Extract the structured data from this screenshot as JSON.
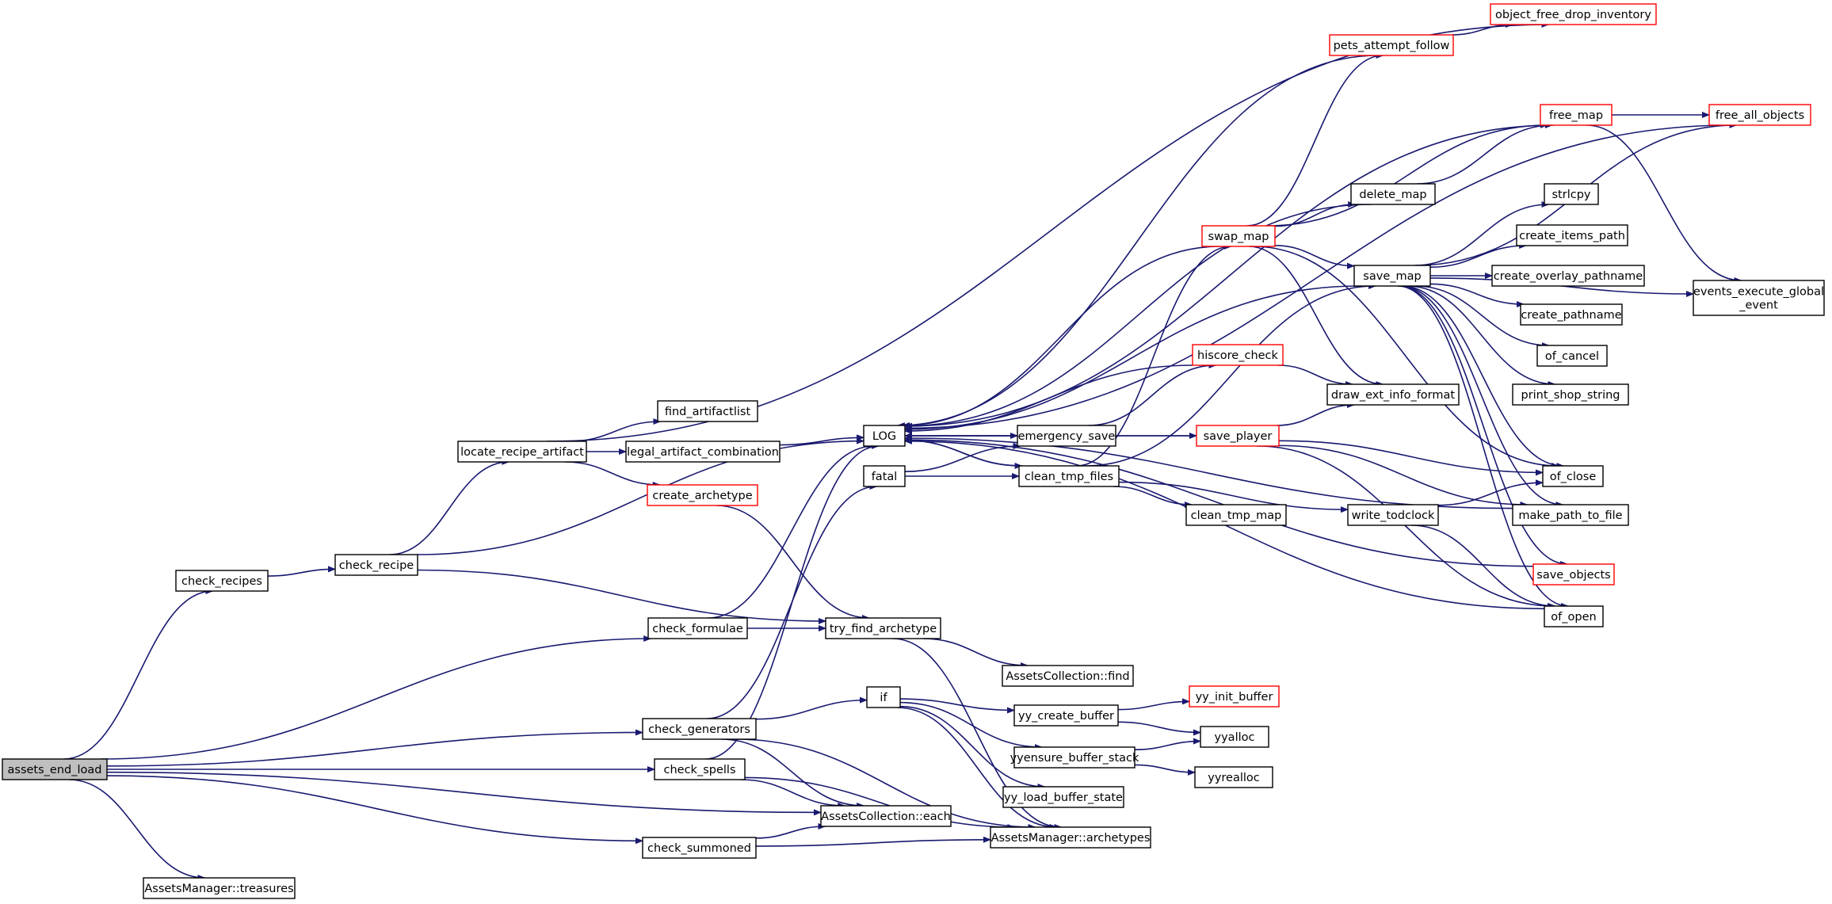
{
  "graph": {
    "edge_color": "#191970",
    "truncated_border_color": "#ff0000",
    "root_fill_color": "#bfbfbf",
    "nodes": [
      {
        "id": "assets_end_load",
        "label": "assets_end_load",
        "root": true
      },
      {
        "id": "check_recipes",
        "label": "check_recipes"
      },
      {
        "id": "check_recipe",
        "label": "check_recipe"
      },
      {
        "id": "locate_recipe_artifact",
        "label": "locate_recipe_artifact"
      },
      {
        "id": "find_artifactlist",
        "label": "find_artifactlist"
      },
      {
        "id": "legal_artifact_combination",
        "label": "legal_artifact_combination"
      },
      {
        "id": "create_archetype",
        "label": "create_archetype",
        "truncated": true
      },
      {
        "id": "LOG",
        "label": "LOG"
      },
      {
        "id": "fatal",
        "label": "fatal"
      },
      {
        "id": "emergency_save",
        "label": "emergency_save"
      },
      {
        "id": "clean_tmp_files",
        "label": "clean_tmp_files"
      },
      {
        "id": "clean_tmp_map",
        "label": "clean_tmp_map"
      },
      {
        "id": "hiscore_check",
        "label": "hiscore_check",
        "truncated": true
      },
      {
        "id": "save_player",
        "label": "save_player",
        "truncated": true
      },
      {
        "id": "draw_ext_info_format",
        "label": "draw_ext_info_format"
      },
      {
        "id": "swap_map",
        "label": "swap_map",
        "truncated": true
      },
      {
        "id": "pets_attempt_follow",
        "label": "pets_attempt_follow",
        "truncated": true
      },
      {
        "id": "object_free_drop_inventory",
        "label": "object_free_drop_inventory",
        "truncated": true
      },
      {
        "id": "free_map",
        "label": "free_map",
        "truncated": true
      },
      {
        "id": "free_all_objects",
        "label": "free_all_objects",
        "truncated": true
      },
      {
        "id": "delete_map",
        "label": "delete_map"
      },
      {
        "id": "save_map",
        "label": "save_map"
      },
      {
        "id": "strlcpy",
        "label": "strlcpy"
      },
      {
        "id": "create_items_path",
        "label": "create_items_path"
      },
      {
        "id": "create_overlay_pathname",
        "label": "create_overlay_pathname"
      },
      {
        "id": "create_pathname",
        "label": "create_pathname"
      },
      {
        "id": "of_cancel",
        "label": "of_cancel"
      },
      {
        "id": "print_shop_string",
        "label": "print_shop_string"
      },
      {
        "id": "events_execute_global_event",
        "label": "events_execute_global\n_event"
      },
      {
        "id": "write_todclock",
        "label": "write_todclock"
      },
      {
        "id": "of_close",
        "label": "of_close"
      },
      {
        "id": "make_path_to_file",
        "label": "make_path_to_file"
      },
      {
        "id": "save_objects",
        "label": "save_objects",
        "truncated": true
      },
      {
        "id": "of_open",
        "label": "of_open"
      },
      {
        "id": "check_formulae",
        "label": "check_formulae"
      },
      {
        "id": "try_find_archetype",
        "label": "try_find_archetype"
      },
      {
        "id": "AssetsCollection_find",
        "label": "AssetsCollection::find"
      },
      {
        "id": "check_generators",
        "label": "check_generators"
      },
      {
        "id": "if",
        "label": "if"
      },
      {
        "id": "yy_create_buffer",
        "label": "yy_create_buffer"
      },
      {
        "id": "yy_init_buffer",
        "label": "yy_init_buffer",
        "truncated": true
      },
      {
        "id": "yyalloc",
        "label": "yyalloc"
      },
      {
        "id": "yyensure_buffer_stack",
        "label": "yyensure_buffer_stack"
      },
      {
        "id": "yyrealloc",
        "label": "yyrealloc"
      },
      {
        "id": "yy_load_buffer_state",
        "label": "yy_load_buffer_state"
      },
      {
        "id": "check_spells",
        "label": "check_spells"
      },
      {
        "id": "AssetsCollection_each",
        "label": "AssetsCollection::each"
      },
      {
        "id": "AssetsManager_archetypes",
        "label": "AssetsManager::archetypes"
      },
      {
        "id": "check_summoned",
        "label": "check_summoned"
      },
      {
        "id": "AssetsManager_treasures",
        "label": "AssetsManager::treasures"
      }
    ],
    "edges": [
      [
        "assets_end_load",
        "check_recipes"
      ],
      [
        "assets_end_load",
        "check_formulae"
      ],
      [
        "assets_end_load",
        "check_generators"
      ],
      [
        "assets_end_load",
        "check_spells"
      ],
      [
        "assets_end_load",
        "AssetsCollection_each"
      ],
      [
        "assets_end_load",
        "check_summoned"
      ],
      [
        "assets_end_load",
        "AssetsManager_treasures"
      ],
      [
        "check_recipes",
        "check_recipe"
      ],
      [
        "check_recipe",
        "locate_recipe_artifact"
      ],
      [
        "check_recipe",
        "LOG"
      ],
      [
        "check_recipe",
        "try_find_archetype"
      ],
      [
        "locate_recipe_artifact",
        "find_artifactlist"
      ],
      [
        "locate_recipe_artifact",
        "legal_artifact_combination"
      ],
      [
        "locate_recipe_artifact",
        "create_archetype"
      ],
      [
        "locate_recipe_artifact",
        "object_free_drop_inventory"
      ],
      [
        "legal_artifact_combination",
        "LOG"
      ],
      [
        "create_archetype",
        "try_find_archetype"
      ],
      [
        "LOG",
        "emergency_save"
      ],
      [
        "LOG",
        "clean_tmp_files"
      ],
      [
        "fatal",
        "emergency_save"
      ],
      [
        "fatal",
        "clean_tmp_files"
      ],
      [
        "emergency_save",
        "LOG"
      ],
      [
        "emergency_save",
        "hiscore_check"
      ],
      [
        "emergency_save",
        "save_player"
      ],
      [
        "clean_tmp_files",
        "LOG"
      ],
      [
        "clean_tmp_files",
        "swap_map"
      ],
      [
        "clean_tmp_files",
        "save_map"
      ],
      [
        "clean_tmp_files",
        "clean_tmp_map"
      ],
      [
        "clean_tmp_files",
        "write_todclock"
      ],
      [
        "hiscore_check",
        "LOG"
      ],
      [
        "hiscore_check",
        "draw_ext_info_format"
      ],
      [
        "save_player",
        "LOG"
      ],
      [
        "save_player",
        "draw_ext_info_format"
      ],
      [
        "save_player",
        "of_close"
      ],
      [
        "save_player",
        "make_path_to_file"
      ],
      [
        "save_player",
        "of_open"
      ],
      [
        "swap_map",
        "LOG"
      ],
      [
        "swap_map",
        "pets_attempt_follow"
      ],
      [
        "swap_map",
        "delete_map"
      ],
      [
        "swap_map",
        "save_map"
      ],
      [
        "swap_map",
        "draw_ext_info_format"
      ],
      [
        "swap_map",
        "free_map"
      ],
      [
        "swap_map",
        "of_close"
      ],
      [
        "pets_attempt_follow",
        "LOG"
      ],
      [
        "pets_attempt_follow",
        "object_free_drop_inventory"
      ],
      [
        "free_map",
        "LOG"
      ],
      [
        "free_map",
        "free_all_objects"
      ],
      [
        "free_map",
        "events_execute_global_event"
      ],
      [
        "free_all_objects",
        "LOG"
      ],
      [
        "delete_map",
        "LOG"
      ],
      [
        "delete_map",
        "free_map"
      ],
      [
        "save_map",
        "LOG"
      ],
      [
        "save_map",
        "free_all_objects"
      ],
      [
        "save_map",
        "strlcpy"
      ],
      [
        "save_map",
        "create_items_path"
      ],
      [
        "save_map",
        "create_overlay_pathname"
      ],
      [
        "save_map",
        "create_pathname"
      ],
      [
        "save_map",
        "of_cancel"
      ],
      [
        "save_map",
        "print_shop_string"
      ],
      [
        "save_map",
        "events_execute_global_event"
      ],
      [
        "save_map",
        "of_close"
      ],
      [
        "save_map",
        "make_path_to_file"
      ],
      [
        "save_map",
        "save_objects"
      ],
      [
        "save_map",
        "of_open"
      ],
      [
        "write_todclock",
        "of_close"
      ],
      [
        "write_todclock",
        "of_open"
      ],
      [
        "make_path_to_file",
        "LOG"
      ],
      [
        "save_objects",
        "LOG"
      ],
      [
        "of_open",
        "LOG"
      ],
      [
        "check_formulae",
        "LOG"
      ],
      [
        "check_formulae",
        "try_find_archetype"
      ],
      [
        "try_find_archetype",
        "AssetsCollection_find"
      ],
      [
        "try_find_archetype",
        "AssetsManager_archetypes"
      ],
      [
        "check_generators",
        "fatal"
      ],
      [
        "check_generators",
        "if"
      ],
      [
        "check_generators",
        "AssetsCollection_each"
      ],
      [
        "check_generators",
        "AssetsManager_archetypes"
      ],
      [
        "if",
        "yy_create_buffer"
      ],
      [
        "if",
        "yyensure_buffer_stack"
      ],
      [
        "if",
        "yy_load_buffer_state"
      ],
      [
        "if",
        "AssetsManager_archetypes"
      ],
      [
        "yy_create_buffer",
        "yy_init_buffer"
      ],
      [
        "yy_create_buffer",
        "yyalloc"
      ],
      [
        "yyensure_buffer_stack",
        "yyalloc"
      ],
      [
        "yyensure_buffer_stack",
        "yyrealloc"
      ],
      [
        "check_spells",
        "LOG"
      ],
      [
        "check_spells",
        "AssetsCollection_each"
      ],
      [
        "check_spells",
        "AssetsManager_archetypes"
      ],
      [
        "check_summoned",
        "AssetsCollection_each"
      ],
      [
        "check_summoned",
        "AssetsManager_archetypes"
      ]
    ]
  }
}
